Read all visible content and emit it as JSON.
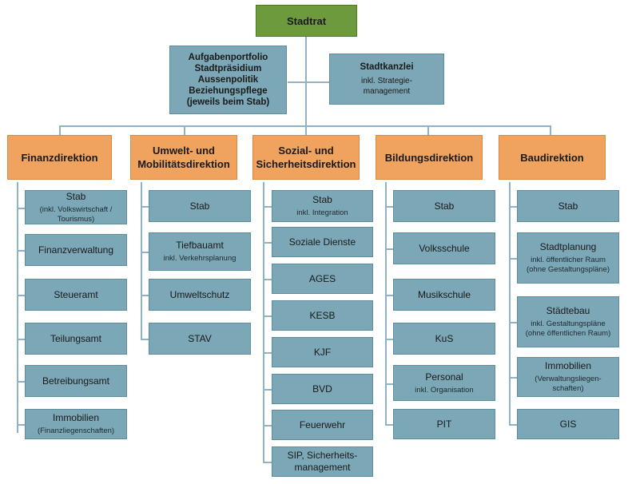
{
  "top": {
    "council": "Stadtrat",
    "presidium": [
      "Aufgabenportfolio",
      "Stadtpräsidium",
      "Aussenpolitik",
      "Beziehungspflege",
      "(jeweils beim Stab)"
    ],
    "chancellery": {
      "title": "Stadtkanzlei",
      "sub": "inkl. Strategie-\nmanagement"
    }
  },
  "departments": [
    {
      "name": "Finanzdirektion",
      "units": [
        {
          "main": "Stab",
          "sub": "(inkl. Volkswirtschaft /\nTourismus)"
        },
        {
          "main": "Finanzverwaltung",
          "sub": ""
        },
        {
          "main": "Steueramt",
          "sub": ""
        },
        {
          "main": "Teilungsamt",
          "sub": ""
        },
        {
          "main": "Betreibungsamt",
          "sub": ""
        },
        {
          "main": "Immobilien",
          "sub": "(Finanzliegenschaften)"
        }
      ]
    },
    {
      "name": "Umwelt- und\nMobilitätsdirektion",
      "units": [
        {
          "main": "Stab",
          "sub": ""
        },
        {
          "main": "Tiefbauamt",
          "sub": "inkl. Verkehrsplanung"
        },
        {
          "main": "Umweltschutz",
          "sub": ""
        },
        {
          "main": "STAV",
          "sub": ""
        }
      ]
    },
    {
      "name": "Sozial- und\nSicherheitsdirektion",
      "units": [
        {
          "main": "Stab",
          "sub": "inkl. Integration"
        },
        {
          "main": "Soziale Dienste",
          "sub": ""
        },
        {
          "main": "AGES",
          "sub": ""
        },
        {
          "main": "KESB",
          "sub": ""
        },
        {
          "main": "KJF",
          "sub": ""
        },
        {
          "main": "BVD",
          "sub": ""
        },
        {
          "main": "Feuerwehr",
          "sub": ""
        },
        {
          "main": "SIP, Sicherheits-\nmanagement",
          "sub": ""
        }
      ]
    },
    {
      "name": "Bildungsdirektion",
      "units": [
        {
          "main": "Stab",
          "sub": ""
        },
        {
          "main": "Volksschule",
          "sub": ""
        },
        {
          "main": "Musikschule",
          "sub": ""
        },
        {
          "main": "KuS",
          "sub": ""
        },
        {
          "main": "Personal",
          "sub": "inkl. Organisation"
        },
        {
          "main": "PIT",
          "sub": ""
        }
      ]
    },
    {
      "name": "Baudirektion",
      "units": [
        {
          "main": "Stab",
          "sub": ""
        },
        {
          "main": "Stadtplanung",
          "sub": "inkl. öffentlicher Raum\n(ohne Gestaltungspläne)"
        },
        {
          "main": "Städtebau",
          "sub": "inkl. Gestaltungspläne\n(ohne öffentlichen Raum)"
        },
        {
          "main": "Immobilien",
          "sub": "(Verwaltungsliegen-\nschaften)"
        },
        {
          "main": "GIS",
          "sub": ""
        }
      ]
    }
  ]
}
